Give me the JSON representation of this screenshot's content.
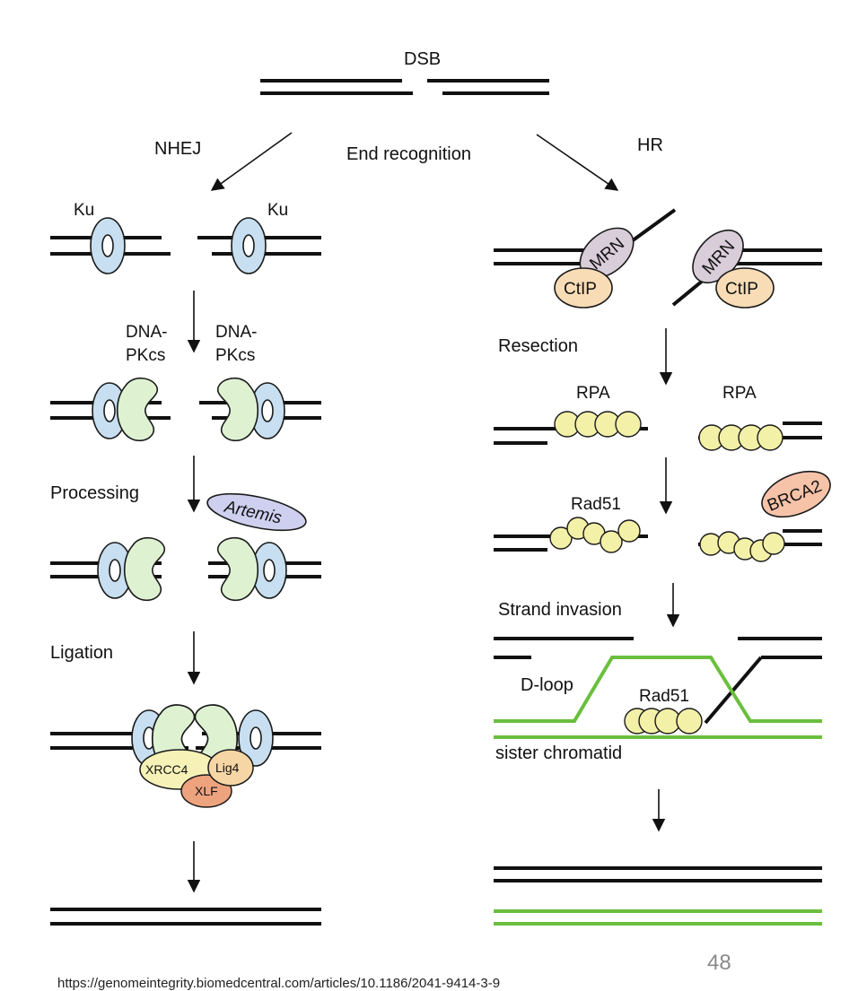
{
  "labels": {
    "dsb": "DSB",
    "nhej": "NHEJ",
    "end_recognition": "End recognition",
    "hr": "HR",
    "ku": "Ku",
    "dna_pkcs_line1": "DNA-",
    "dna_pkcs_line2": "PKcs",
    "processing": "Processing",
    "artemis": "Artemis",
    "ligation": "Ligation",
    "xrcc4": "XRCC4",
    "lig4": "Lig4",
    "xlf": "XLF",
    "mrn": "MRN",
    "ctip": "CtIP",
    "resection": "Resection",
    "rpa": "RPA",
    "rad51": "Rad51",
    "brca2": "BRCA2",
    "strand_invasion": "Strand invasion",
    "d_loop": "D-loop",
    "sister_chromatid": "sister chromatid"
  },
  "colors": {
    "ku": "#c7dff0",
    "dna_pkcs": "#def2d2",
    "artemis": "#cfd0ef",
    "xrcc4": "#f5f1b7",
    "lig4": "#f6d6a4",
    "xlf": "#eea37f",
    "mrn": "#d9cdd9",
    "ctip": "#f8dcb6",
    "rpa_bead": "#f3f0a8",
    "brca2": "#f6c3a9",
    "sister_chromatid": "#6abf3d",
    "dna": "#111111"
  },
  "slide_number": "48",
  "citation": "https://genomeintegrity.biomedcentral.com/articles/10.1186/2041-9414-3-9"
}
